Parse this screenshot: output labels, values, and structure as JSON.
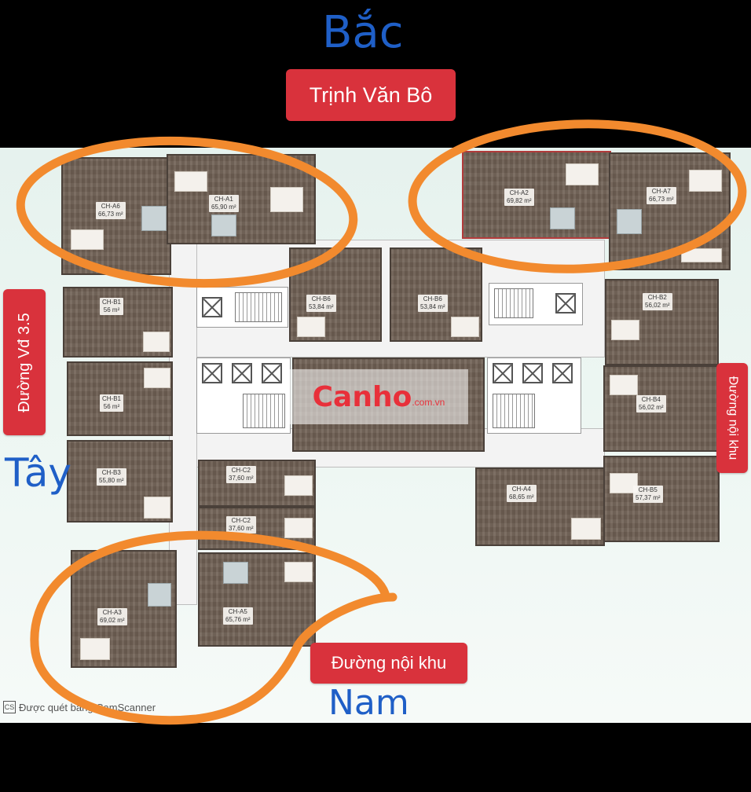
{
  "compass": {
    "north": "Bắc",
    "south": "Nam",
    "west": "Tây"
  },
  "roads": {
    "north": "Trịnh Văn Bô",
    "west": "Đường Vđ 3.5",
    "east": "Đường nội khu",
    "south": "Đường nội khu"
  },
  "units": [
    {
      "code": "CH-A6",
      "area": "66,73 m²"
    },
    {
      "code": "CH-A1",
      "area": "65,90 m²"
    },
    {
      "code": "CH-A2",
      "area": "69,82 m²"
    },
    {
      "code": "CH-A7",
      "area": "66,73 m²"
    },
    {
      "code": "CH-B1",
      "area": "56 m²"
    },
    {
      "code": "CH-B6",
      "area": "53,84 m²"
    },
    {
      "code": "CH-B6",
      "area": "53,84 m²"
    },
    {
      "code": "CH-B2",
      "area": "56,02 m²"
    },
    {
      "code": "CH-B1",
      "area": "56 m²"
    },
    {
      "code": "CH-B4",
      "area": "56,02 m²"
    },
    {
      "code": "CH-B3",
      "area": "55,80 m²"
    },
    {
      "code": "CH-C2",
      "area": "37,60 m²"
    },
    {
      "code": "CH-C2",
      "area": "37,60 m²"
    },
    {
      "code": "CH-A4",
      "area": "68,65 m²"
    },
    {
      "code": "CH-B5",
      "area": "57,37 m²"
    },
    {
      "code": "CH-A3",
      "area": "69,02 m²"
    },
    {
      "code": "CH-A5",
      "area": "65,76 m²"
    }
  ],
  "watermark": {
    "brand": "Canho",
    "domain": ".com.vn"
  },
  "scanner_footer": "Được quét bằng CamScanner",
  "colors": {
    "highlight_circle": "#f28a2e",
    "road_pill": "#d9323c",
    "compass_text": "#1f5fc7"
  }
}
